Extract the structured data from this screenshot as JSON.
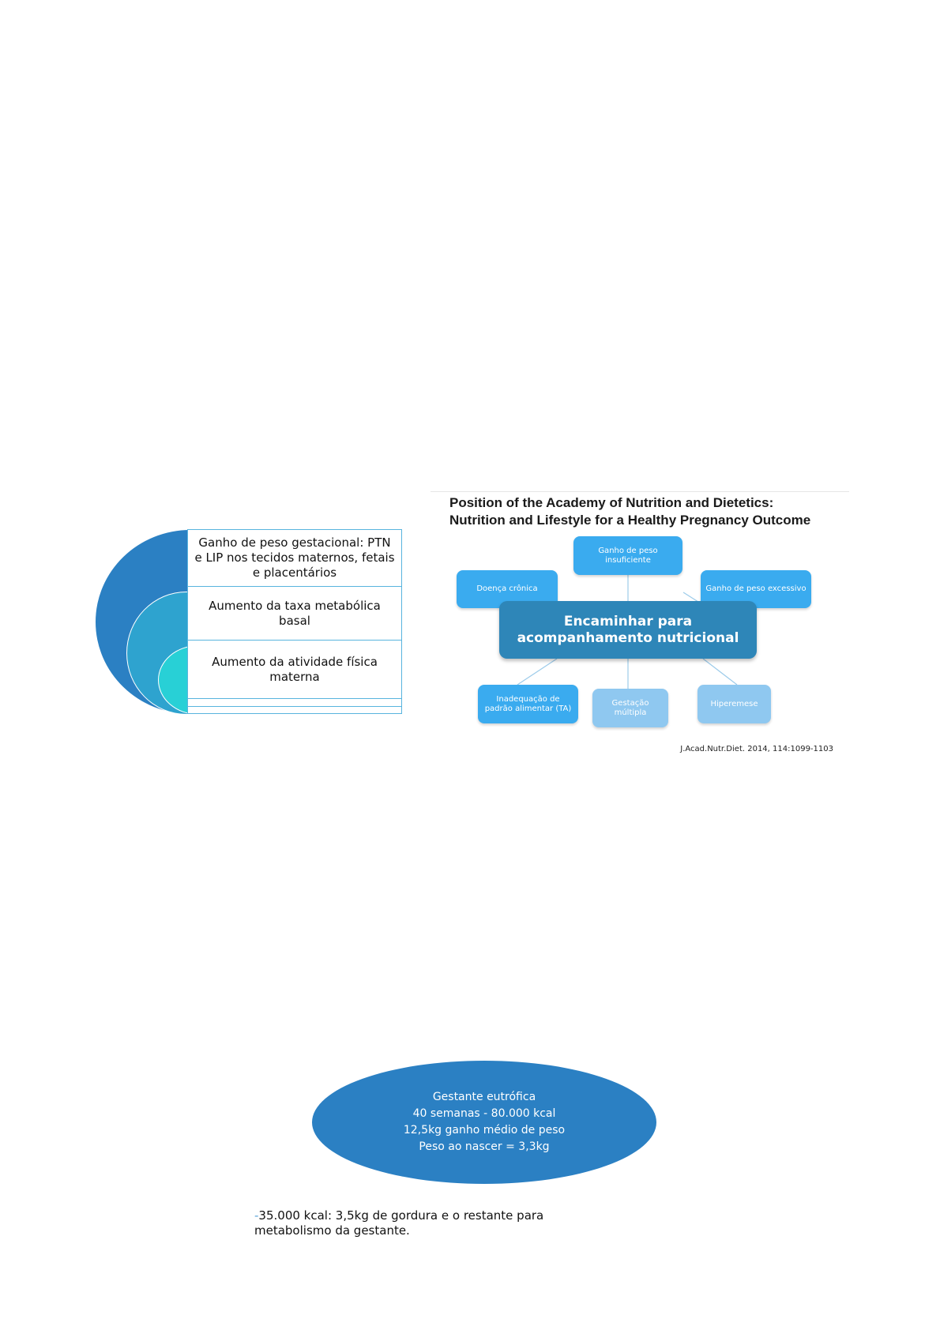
{
  "nested_diagram": {
    "items": [
      {
        "label": "Ganho de peso gestacional: PTN\ne LIP nos tecidos maternos, fetais\ne placentários"
      },
      {
        "label": "Aumento da taxa metabólica\nbasal"
      },
      {
        "label": "Aumento da atividade física\nmaterna"
      }
    ],
    "colors": {
      "outer": "#2b80c3",
      "middle": "#2ea3cf",
      "inner": "#28d0d6"
    }
  },
  "flow_diagram": {
    "title_line1": "Position of the Academy of Nutrition and Dietetics:",
    "title_line2": "Nutrition and Lifestyle for a Healthy Pregnancy Outcome",
    "center": "Encaminhar para\nacompanhamento nutricional",
    "nodes": [
      {
        "label": "Doença crônica"
      },
      {
        "label": "Ganho de peso\ninsuficiente"
      },
      {
        "label": "Ganho de peso excessivo"
      },
      {
        "label": "Inadequação de\npadrão alimentar (TA)"
      },
      {
        "label": "Gestação\nmúltipla"
      },
      {
        "label": "Hiperemese"
      }
    ],
    "reference": "J.Acad.Nutr.Diet. 2014, 114:1099-1103",
    "colors": {
      "center": "#2e86b8",
      "node": "#3aabef",
      "node_light": "#8fc8f0"
    }
  },
  "oval": {
    "lines": [
      "Gestante eutrófica",
      "40 semanas - 80.000 kcal",
      "12,5kg ganho médio de peso",
      "Peso ao nascer = 3,3kg"
    ],
    "color": "#2b80c3"
  },
  "note": {
    "bullet": "-",
    "line1": "35.000 kcal: 3,5kg de gordura e o restante para",
    "line2": "metabolismo da gestante."
  }
}
